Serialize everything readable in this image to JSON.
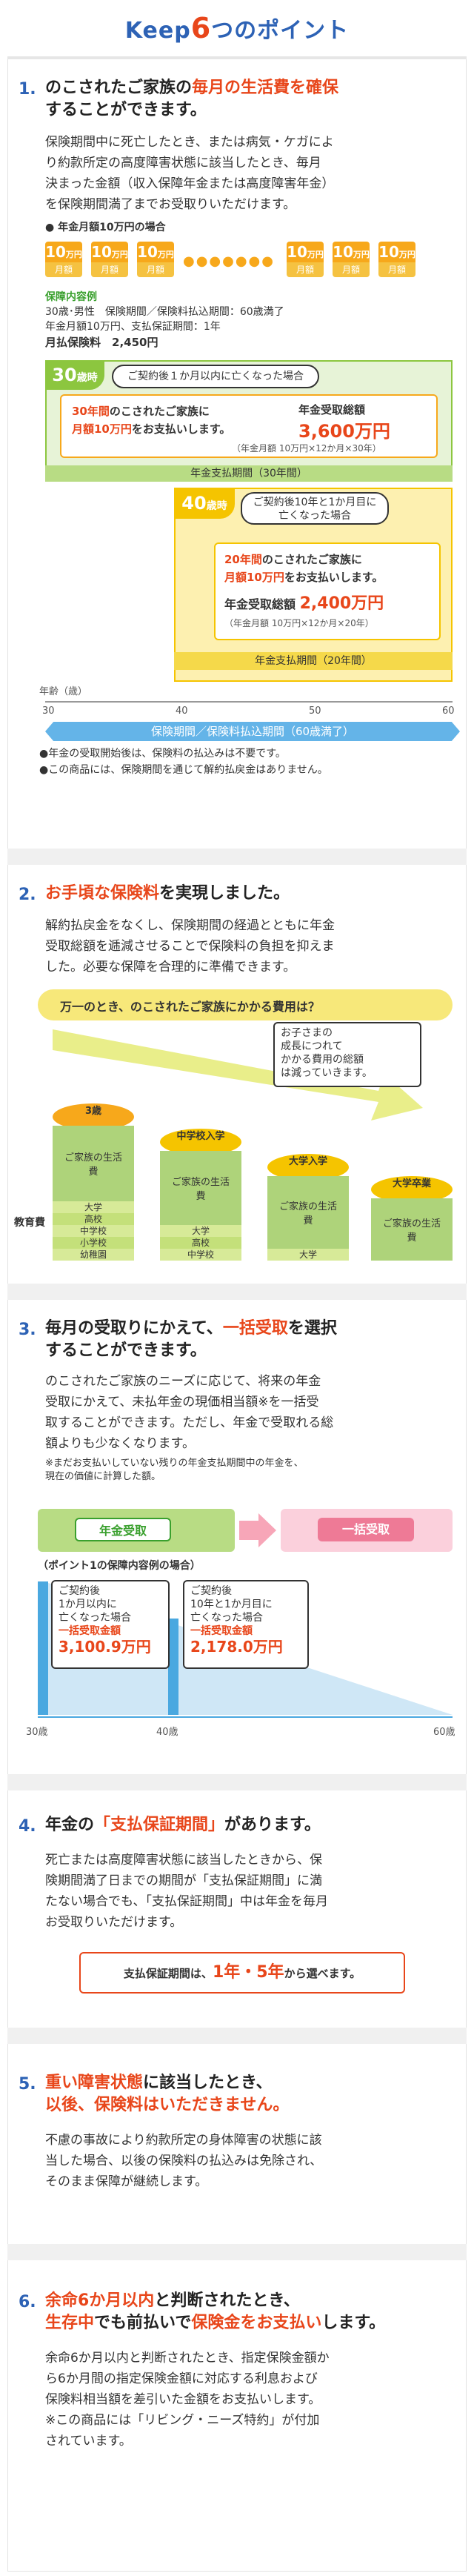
{
  "header": {
    "title_pre": "Keep",
    "title_num": "6",
    "title_post": "つのポイント"
  },
  "s1": {
    "number": "1.",
    "h1_a": "のこされたご家族の",
    "h1_b": "毎月の生活費を確保",
    "h2": "することができます。",
    "body": [
      "保険期間中に死亡したとき、または病気・ケガによ",
      "り約款所定の高度障害状態に該当したとき、毎月",
      "決まった金額（収入保障年金または高度障害年金）",
      "を保険期間満了までお受取りいただけます。"
    ],
    "example_title": "● 年金月額10万円の場合",
    "coin_value": "10",
    "coin_unit": "万円",
    "coin_label": "月額",
    "dots": "●●●●●●●",
    "detail_title": "保障内容例",
    "detail_lines": [
      "30歳･男性　保険期間／保険料払込期間：60歳満了",
      "年金月額10万円、支払保証期間：1年"
    ],
    "premium_label": "月払保険料",
    "premium_value": "2,450円",
    "tag30": "30",
    "tag30_unit": "歳時",
    "tag30_note": "ご契約後１か月以内に亡くなった場合",
    "box30_a_red": "30年間",
    "box30_a": "のこされたご家族に",
    "box30_b_red": "月額10万円",
    "box30_b": "をお支払いします。",
    "total_label": "年金受取総額",
    "total_30": "3,600万円",
    "total_30_calc": "（年金月額 10万円×12か月×30年）",
    "bar30": "年金支払期間（30年間）",
    "tag40": "40",
    "tag40_unit": "歳時",
    "tag40_note_1": "ご契約後10年と1か月目に",
    "tag40_note_2": "亡くなった場合",
    "box40_a_red": "20年間",
    "box40_a": "のこされたご家族に",
    "box40_b_red": "月額10万円",
    "box40_b": "をお支払いします。",
    "total_40_label": "年金受取総額",
    "total_40": "2,400万円",
    "total_40_calc": "（年金月額 10万円×12か月×20年）",
    "bar40": "年金支払期間（20年間）",
    "age_label": "年齢（歳）",
    "ages": [
      "30",
      "40",
      "50",
      "60"
    ],
    "period_bar": "保険期間／保険料払込期間（60歳満了）",
    "notes": [
      "●年金の受取開始後は、保険料の払込みは不要です。",
      "●この商品には、保険期間を通じて解約払戻金はありません。"
    ]
  },
  "s2": {
    "number": "2.",
    "h_a": "お手頃な保険料",
    "h_b": "を実現しました。",
    "body": [
      "解約払戻金をなくし、保険期間の経過とともに年金",
      "受取総額を逓減させることで保険料の負担を抑えま",
      "した。必要な保障を合理的に準備できます。"
    ],
    "banner": "万一のとき、のこされたご家族にかかる費用は？",
    "callout": [
      "お子さまの",
      "成長につれて",
      "かかる費用の総額",
      "は減っていきます。"
    ],
    "edu_label": "教育費",
    "stacks": [
      {
        "top": "3歳",
        "living": "ご家族の生活費",
        "edu": [
          "大学",
          "高校",
          "中学校",
          "小学校",
          "幼稚園"
        ]
      },
      {
        "top": "中学校入学",
        "living": "ご家族の生活費",
        "edu": [
          "大学",
          "高校",
          "中学校"
        ]
      },
      {
        "top": "大学入学",
        "living": "ご家族の生活費",
        "edu": [
          "大学"
        ]
      },
      {
        "top": "大学卒業",
        "living": "ご家族の生活費",
        "edu": []
      }
    ]
  },
  "s3": {
    "number": "3.",
    "h1_a": "毎月の受取りにかえて、",
    "h1_b": "一括受取",
    "h1_c": "を選択",
    "h2": "することができます。",
    "body": [
      "のこされたご家族のニーズに応じて、将来の年金",
      "受取にかえて、未払年金の現価相当額※を一括受",
      "取することができます。ただし、年金で受取れる総",
      "額よりも少なくなります。"
    ],
    "footnote": [
      "※まだお支払いしていない残りの年金支払期間中の年金を、",
      "現在の価値に計算した額。"
    ],
    "pill_annual": "年金受取",
    "pill_lump": "一括受取",
    "example": "（ポイント1の保障内容例の場合）",
    "b1": [
      "ご契約後",
      "1か月以内に",
      "亡くなった場合"
    ],
    "b1_amount_label": "一括受取金額",
    "b1_amount": "3,100.9万円",
    "b2": [
      "ご契約後",
      "10年と1か月目に",
      "亡くなった場合"
    ],
    "b2_amount_label": "一括受取金額",
    "b2_amount": "2,178.0万円",
    "ages": [
      "30歳",
      "40歳",
      "60歳"
    ]
  },
  "s4": {
    "number": "4.",
    "h_a": "年金の",
    "h_b": "「支払保証期間」",
    "h_c": "があります。",
    "body": [
      "死亡または高度障害状態に該当したときから、保",
      "険期間満了日までの期間が「支払保証期間」に満",
      "たない場合でも、「支払保証期間」中は年金を毎月",
      "お受取りいただけます。"
    ],
    "box_a": "支払保証期間は、",
    "box_b": "1年・5年",
    "box_c": "から選べます。"
  },
  "s5": {
    "number": "5.",
    "h1_a": "重い障害状態",
    "h1_b": "に該当したとき、",
    "h2": "以後、保険料はいただきません。",
    "body": [
      "不慮の事故により約款所定の身体障害の状態に該",
      "当した場合、以後の保険料の払込みは免除され、",
      "そのまま保障が継続します。"
    ]
  },
  "s6": {
    "number": "6.",
    "h1_a": "余命6か月以内",
    "h1_b": "と判断されたとき、",
    "h2_a": "生存中",
    "h2_b": "でも前払いで",
    "h2_c": "保険金をお支払い",
    "h2_d": "します。",
    "body": [
      "余命6か月以内と判断されたとき、指定保険金額か",
      "ら6か月間の指定保険金額に対応する利息および",
      "保険料相当額を差引いた金額をお支払いします。",
      "※この商品には「リビング・ニーズ特約」が付加",
      "されています。"
    ]
  },
  "colors": {
    "blue": "#2d62b5",
    "orange": "#e8461a",
    "green": "#8cc63f",
    "yellow": "#f5c400",
    "sky": "#64b4e8"
  }
}
